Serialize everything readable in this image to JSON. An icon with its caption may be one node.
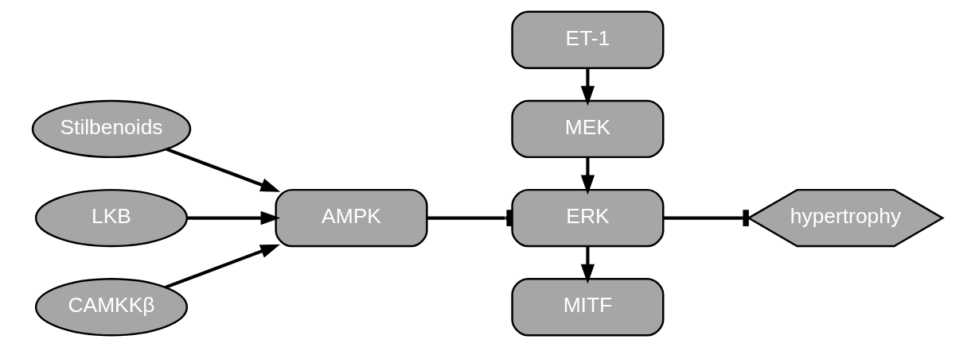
{
  "diagram": {
    "nodes": [
      {
        "text": [
          "Stilbenoids"
        ]
      },
      {
        "text": [
          "LKB"
        ]
      },
      {
        "text": [
          "CAMKKβ"
        ]
      },
      {
        "text": [
          "AMPK"
        ]
      },
      {
        "text": [
          "ET-1"
        ]
      },
      {
        "text": [
          "MEK"
        ]
      },
      {
        "text": [
          "ERK"
        ]
      },
      {
        "text": [
          "MITF"
        ]
      },
      {
        "text": [
          "hypertrophy"
        ]
      }
    ],
    "edges": [
      {
        "from": 1,
        "to": 3,
        "arrow": "to"
      },
      {
        "from": 2,
        "to": 3,
        "arrow": "to"
      },
      {
        "from": 0,
        "to": 3,
        "arrow": "to"
      },
      {
        "from": 3,
        "to": 6,
        "arrow": "other"
      },
      {
        "from": 4,
        "to": 5,
        "arrow": "to"
      },
      {
        "from": 5,
        "to": 6,
        "arrow": "to"
      },
      {
        "from": 6,
        "to": 7,
        "arrow": "to"
      },
      {
        "from": 6,
        "to": 8,
        "arrow": "other"
      }
    ]
  }
}
